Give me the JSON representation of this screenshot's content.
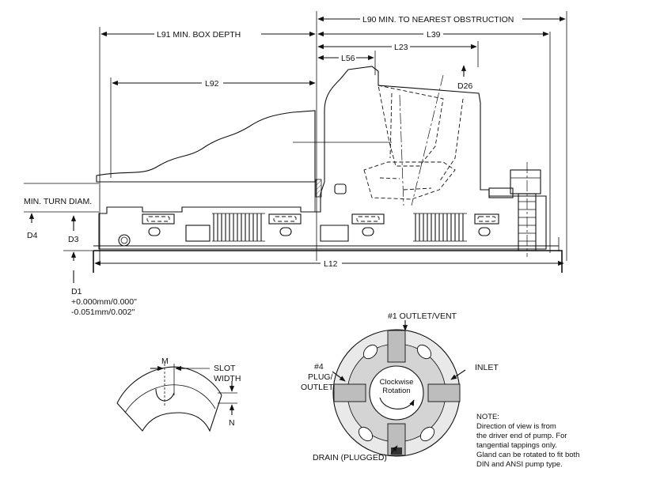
{
  "labels": {
    "l90": "L90 MIN. TO NEAREST OBSTRUCTION",
    "l91": "L91 MIN. BOX DEPTH",
    "l39": "L39",
    "l23": "L23",
    "l56": "L56",
    "l92": "L92",
    "d26": "D26",
    "min_turn_diam": "MIN. TURN DIAM.",
    "d4": "D4",
    "d3": "D3",
    "l12": "L12",
    "d1": "D1",
    "d1_tol_plus": "+0.000mm/0.000\"",
    "d1_tol_minus": "-0.051mm/0.002\"",
    "m": "M",
    "slot": "SLOT",
    "width": "WIDTH",
    "n": "N",
    "outlet_vent": "#1 OUTLET/VENT",
    "plug_outlet_1": "#4",
    "plug_outlet_2": "PLUG/",
    "plug_outlet_3": "OUTLET",
    "inlet": "INLET",
    "rotation_1": "Clockwise",
    "rotation_2": "Rotation",
    "drain": "DRAIN (PLUGGED)"
  },
  "note": {
    "title": "NOTE:",
    "lines": [
      "Direction of view is from",
      "the driver end of pump. For",
      "tangential tappings only.",
      "Gland can be rotated to fit both",
      "DIN and ANSI pump type."
    ]
  }
}
